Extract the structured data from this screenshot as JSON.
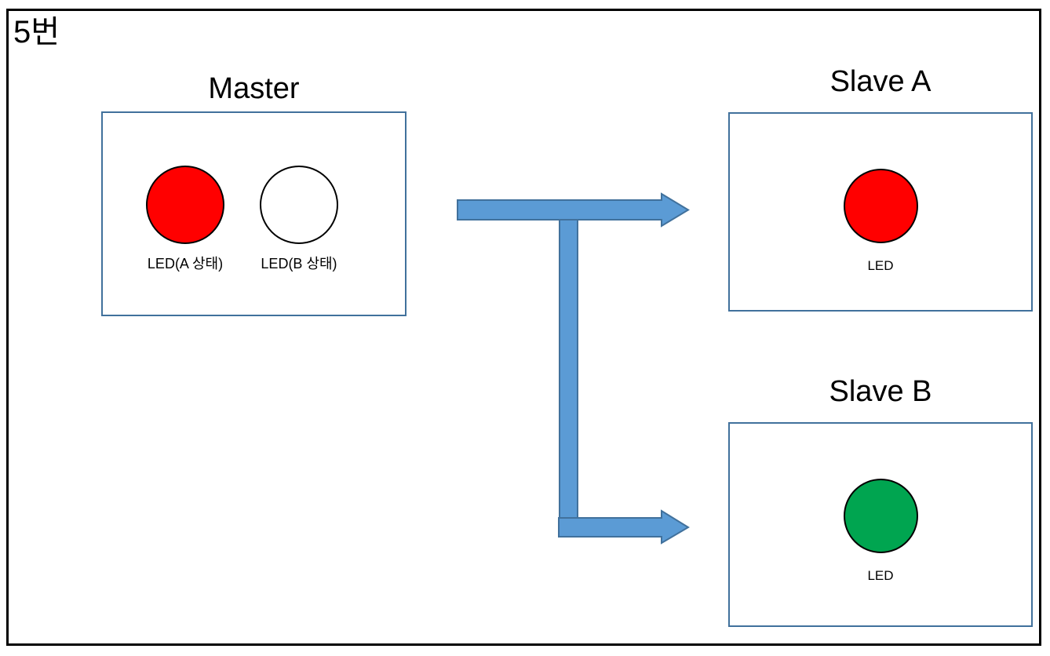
{
  "page": {
    "title": "5번"
  },
  "colors": {
    "frame_border": "#000000",
    "box_border": "#41719c",
    "arrow_fill": "#5b9bd5",
    "arrow_stroke": "#41719c",
    "led_on_red": "#ff0000",
    "led_on_green": "#00a550",
    "led_off": "#ffffff",
    "led_outline": "#000000"
  },
  "devices": [
    {
      "id": "master",
      "title": "Master",
      "leds": [
        {
          "id": "master-led-a",
          "label": "LED(A 상태)",
          "state": "on",
          "color": "#ff0000"
        },
        {
          "id": "master-led-b",
          "label": "LED(B 상태)",
          "state": "off",
          "color": "#ffffff"
        }
      ]
    },
    {
      "id": "slave-a",
      "title": "Slave A",
      "leds": [
        {
          "id": "slave-a-led",
          "label": "LED",
          "state": "on",
          "color": "#ff0000"
        }
      ]
    },
    {
      "id": "slave-b",
      "title": "Slave B",
      "leds": [
        {
          "id": "slave-b-led",
          "label": "LED",
          "state": "on",
          "color": "#00a550"
        }
      ]
    }
  ],
  "connections": [
    {
      "id": "master-to-slave-a",
      "from": "master",
      "to": "slave-a",
      "style": "block-arrow",
      "direction": "right"
    },
    {
      "id": "master-to-slave-b",
      "from": "master",
      "to": "slave-b",
      "style": "block-arrow",
      "direction": "right"
    }
  ]
}
